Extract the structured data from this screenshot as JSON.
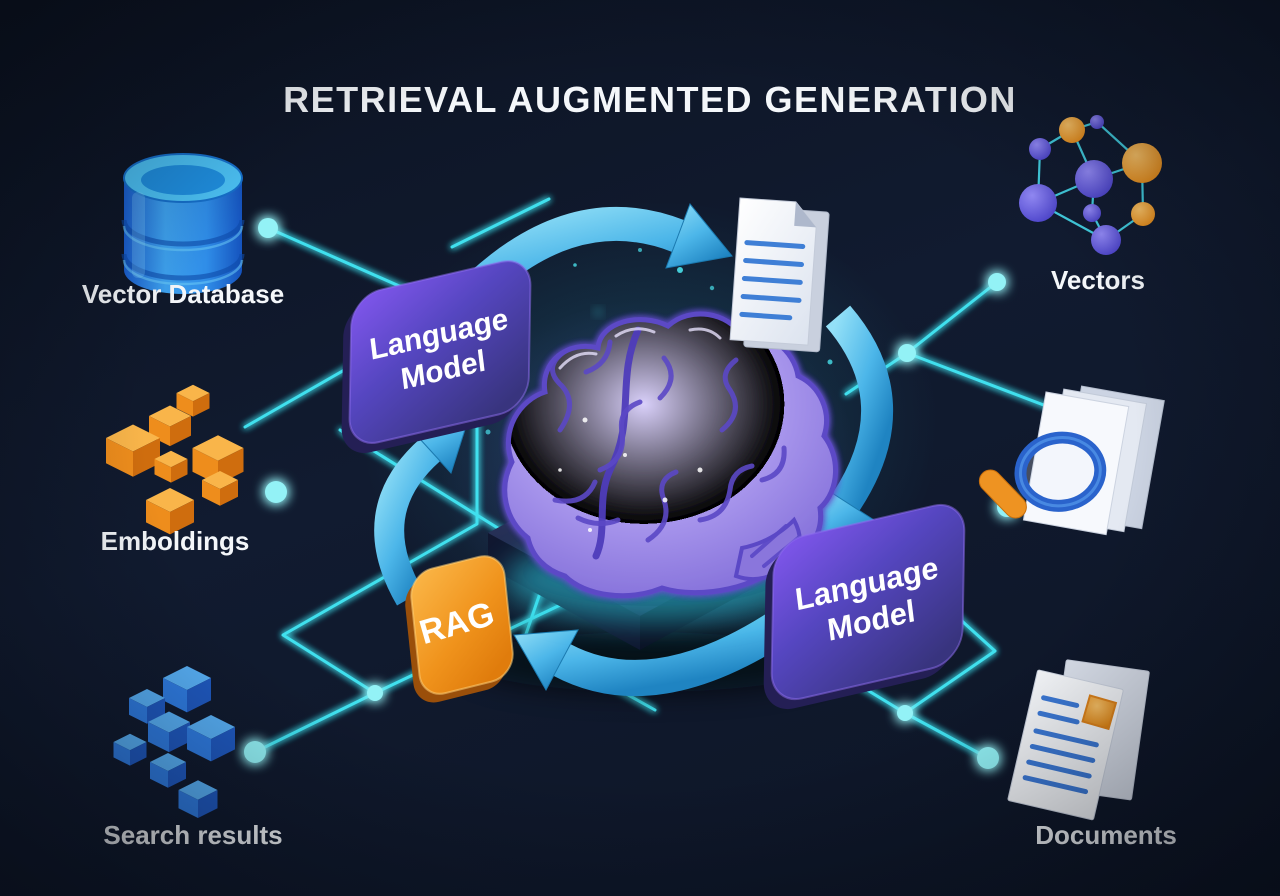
{
  "title": "RETRIEVAL AUGMENTED GENERATION",
  "nodes": {
    "vector_database": {
      "label": "Vector Database"
    },
    "embeddings": {
      "label": "Emboldings"
    },
    "search_results": {
      "label": "Search results"
    },
    "vectors": {
      "label": "Vectors"
    },
    "documents": {
      "label": "Documents"
    }
  },
  "badges": {
    "language_model": {
      "line1": "Language",
      "line2": "Model"
    },
    "rag": {
      "label": "RAG"
    }
  },
  "icons": {
    "vector_database": "database-icon",
    "embeddings": "orange-cubes-icon",
    "search_results": "blue-cubes-icon",
    "vectors": "graph-nodes-icon",
    "retrieval": "magnifier-documents-icon",
    "documents": "documents-icon",
    "center": "brain-icon",
    "query": "document-icon"
  },
  "colors": {
    "background": "#0d1526",
    "network_line": "#3fe0ee",
    "arrow_blue": "#46b4e8",
    "badge_purple": "#5a43c8",
    "badge_orange": "#f0981e",
    "brain_purple": "#a18ee8",
    "label_text": "#f4f7fa"
  }
}
